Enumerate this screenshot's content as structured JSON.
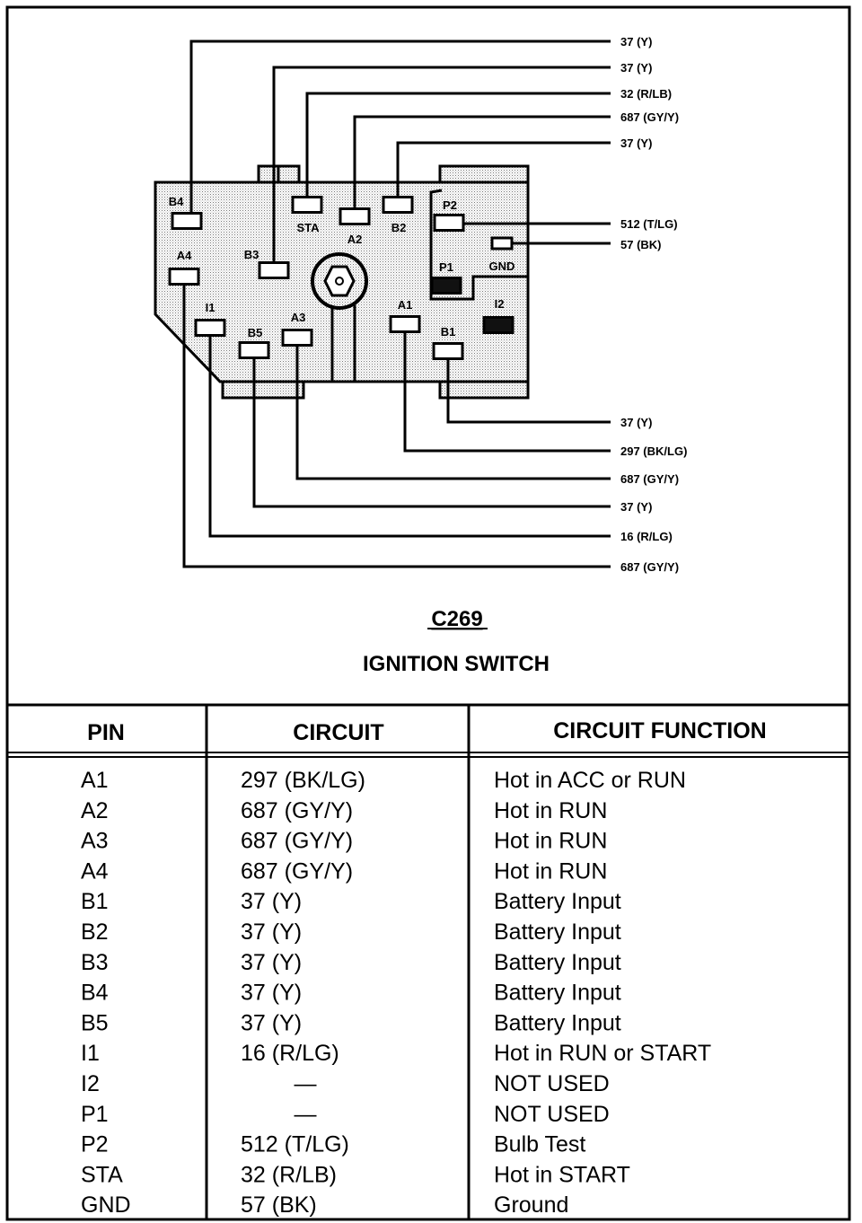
{
  "connector": {
    "id": "C269",
    "name": "IGNITION SWITCH",
    "pins": [
      {
        "pin": "B4",
        "wire": "37 (Y)"
      },
      {
        "pin": "B3",
        "wire": "37 (Y)"
      },
      {
        "pin": "STA",
        "wire": "32 (R/LB)"
      },
      {
        "pin": "A2",
        "wire": "687 (GY/Y)"
      },
      {
        "pin": "B2",
        "wire": "37 (Y)"
      },
      {
        "pin": "P2",
        "wire": "512 (T/LG)"
      },
      {
        "pin": "GND",
        "wire": "57 (BK)"
      },
      {
        "pin": "B1",
        "wire": "37 (Y)"
      },
      {
        "pin": "A1",
        "wire": "297 (BK/LG)"
      },
      {
        "pin": "A3",
        "wire": "687 (GY/Y)"
      },
      {
        "pin": "B5",
        "wire": "37 (Y)"
      },
      {
        "pin": "I1",
        "wire": "16 (R/LG)"
      },
      {
        "pin": "A4",
        "wire": "687 (GY/Y)"
      },
      {
        "pin": "P1",
        "wire": ""
      },
      {
        "pin": "I2",
        "wire": ""
      }
    ]
  },
  "table": {
    "headers": [
      "PIN",
      "CIRCUIT",
      "CIRCUIT FUNCTION"
    ],
    "rows": [
      [
        "A1",
        "297 (BK/LG)",
        "Hot in ACC or RUN"
      ],
      [
        "A2",
        "687 (GY/Y)",
        "Hot in RUN"
      ],
      [
        "A3",
        "687 (GY/Y)",
        "Hot in RUN"
      ],
      [
        "A4",
        "687 (GY/Y)",
        "Hot in RUN"
      ],
      [
        "B1",
        "37 (Y)",
        "Battery Input"
      ],
      [
        "B2",
        "37 (Y)",
        "Battery Input"
      ],
      [
        "B3",
        "37 (Y)",
        "Battery Input"
      ],
      [
        "B4",
        "37 (Y)",
        "Battery Input"
      ],
      [
        "B5",
        "37 (Y)",
        "Battery Input"
      ],
      [
        "I1",
        "16 (R/LG)",
        "Hot in RUN or START"
      ],
      [
        "I2",
        "—",
        "NOT USED"
      ],
      [
        "P1",
        "—",
        "NOT USED"
      ],
      [
        "P2",
        "512 (T/LG)",
        "Bulb Test"
      ],
      [
        "STA",
        "32 (R/LB)",
        "Hot in START"
      ],
      [
        "GND",
        "57 (BK)",
        "Ground"
      ]
    ]
  }
}
